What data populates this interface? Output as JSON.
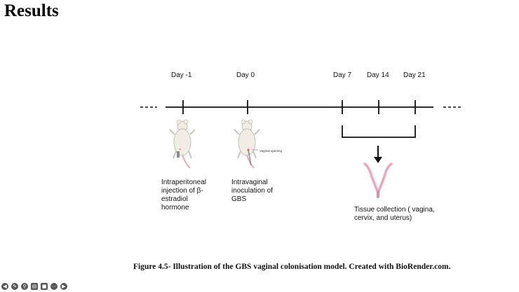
{
  "heading": "Results",
  "timeline": {
    "days": [
      {
        "label": "Day -1"
      },
      {
        "label": "Day 0"
      },
      {
        "label": "Day 7"
      },
      {
        "label": "Day 14"
      },
      {
        "label": "Day 21"
      }
    ]
  },
  "steps": {
    "injection": "Intraperitoneal injection of β-estradiol hormone",
    "inoculation": "Intravaginal inoculation of GBS",
    "collection": "Tissue collection ( vagina, cervix, and uterus)",
    "mouse_note": "Vaginal opening"
  },
  "caption": "Figure 4.5- Illustration of the GBS vaginal colonisation model. Created with BioRender.com.",
  "toolbar": {
    "icons": [
      "back-icon",
      "pen-icon",
      "zoom-icon",
      "cc-icon",
      "camera-icon",
      "more-icon",
      "forward-icon"
    ]
  },
  "colors": {
    "line": "#111111",
    "mouse_body": "#f1ece4",
    "mouse_pink": "#e9a9b4",
    "uterus": "#f0b9c8"
  }
}
